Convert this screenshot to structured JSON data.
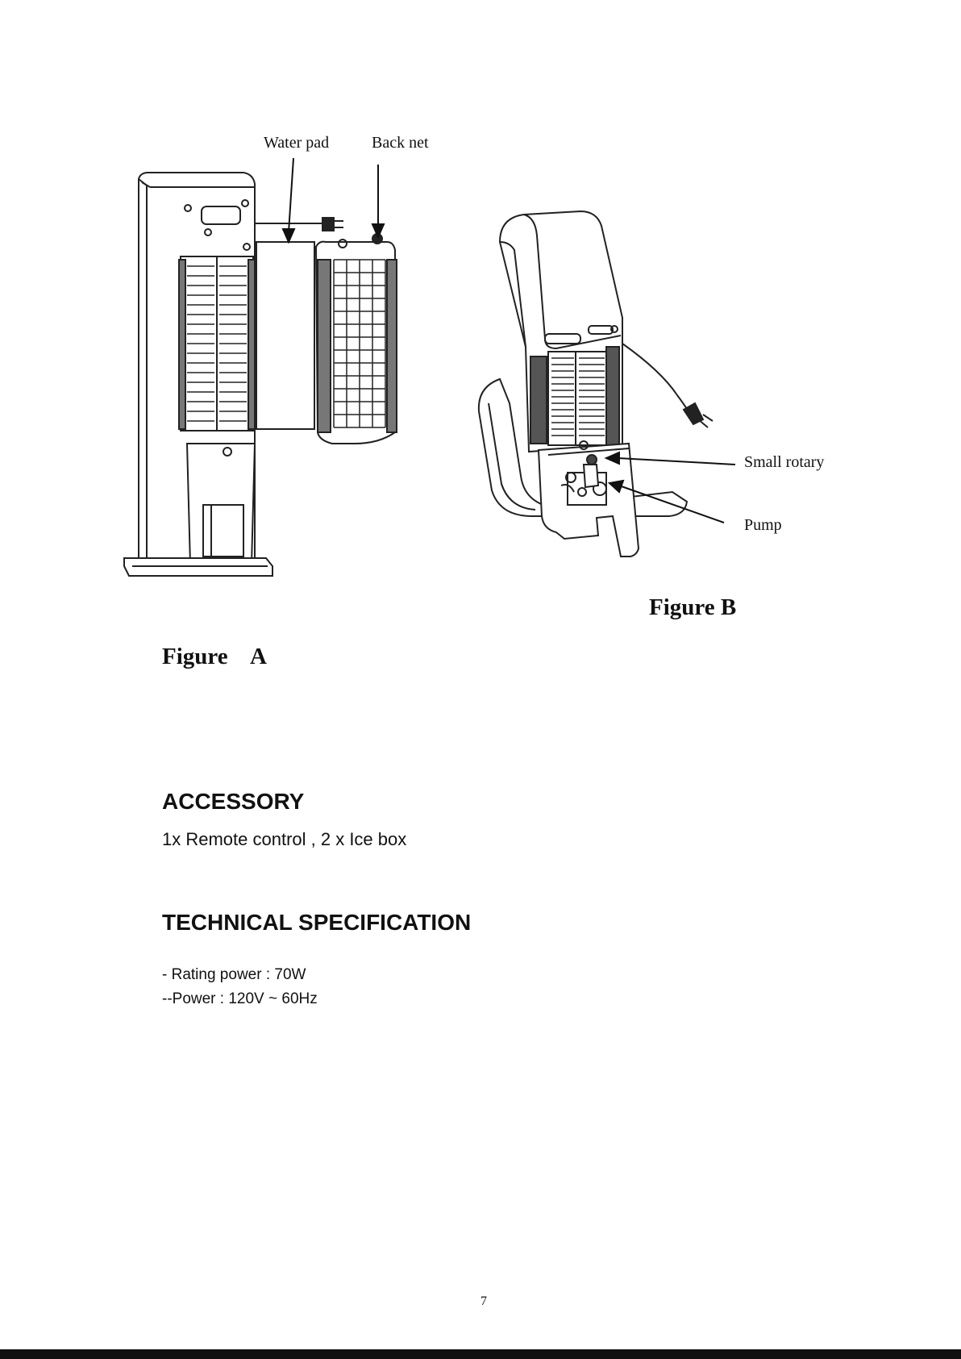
{
  "figure_a": {
    "label_water_pad": "Water pad",
    "label_back_net": "Back net",
    "caption": "Figure    A"
  },
  "figure_b": {
    "label_small_rotary": "Small rotary",
    "label_pump": "Pump",
    "caption": "Figure B"
  },
  "accessory": {
    "title": "ACCESSORY",
    "text": "1x Remote control , 2 x Ice box"
  },
  "technical": {
    "title": "TECHNICAL SPECIFICATION",
    "lines": [
      "- Rating power : 70W",
      "--Power : 120V ~ 60Hz"
    ]
  },
  "page_number": "7"
}
